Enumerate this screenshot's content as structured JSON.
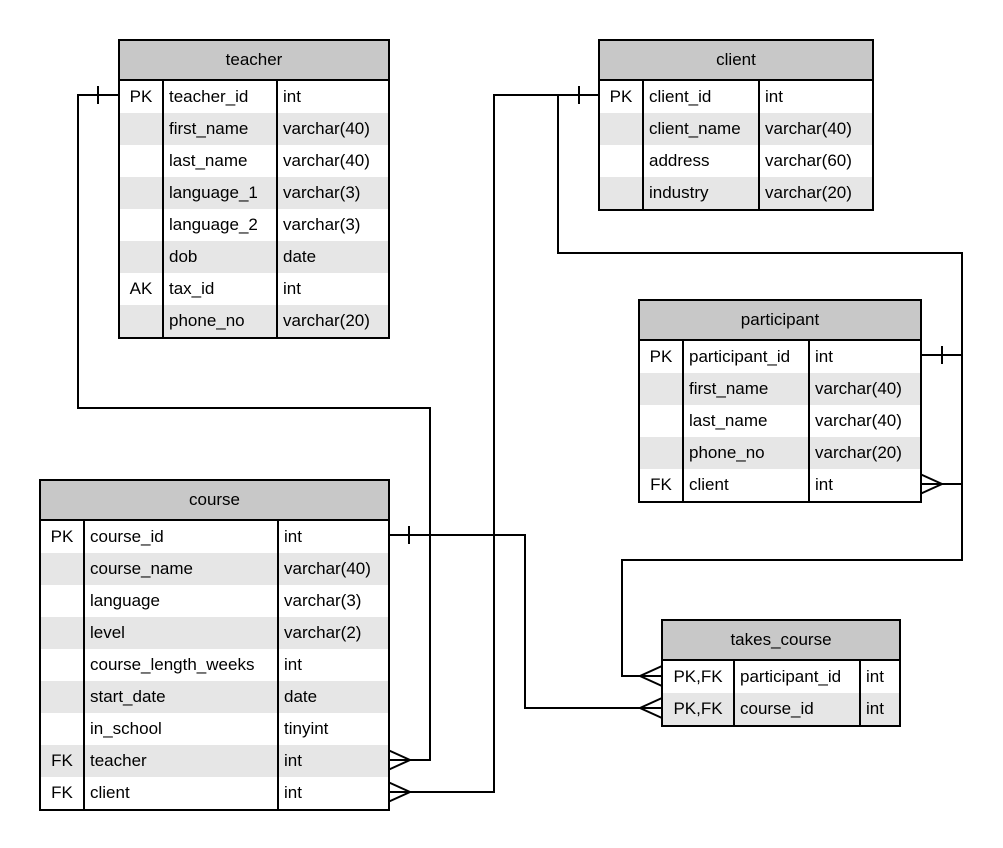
{
  "tables": {
    "teacher": {
      "title": "teacher",
      "rows": [
        {
          "key": "PK",
          "name": "teacher_id",
          "type": "int"
        },
        {
          "key": "",
          "name": "first_name",
          "type": "varchar(40)"
        },
        {
          "key": "",
          "name": "last_name",
          "type": "varchar(40)"
        },
        {
          "key": "",
          "name": "language_1",
          "type": "varchar(3)"
        },
        {
          "key": "",
          "name": "language_2",
          "type": "varchar(3)"
        },
        {
          "key": "",
          "name": "dob",
          "type": "date"
        },
        {
          "key": "AK",
          "name": "tax_id",
          "type": "int"
        },
        {
          "key": "",
          "name": "phone_no",
          "type": "varchar(20)"
        }
      ]
    },
    "client": {
      "title": "client",
      "rows": [
        {
          "key": "PK",
          "name": "client_id",
          "type": "int"
        },
        {
          "key": "",
          "name": "client_name",
          "type": "varchar(40)"
        },
        {
          "key": "",
          "name": "address",
          "type": "varchar(60)"
        },
        {
          "key": "",
          "name": "industry",
          "type": "varchar(20)"
        }
      ]
    },
    "participant": {
      "title": "participant",
      "rows": [
        {
          "key": "PK",
          "name": "participant_id",
          "type": "int"
        },
        {
          "key": "",
          "name": "first_name",
          "type": "varchar(40)"
        },
        {
          "key": "",
          "name": "last_name",
          "type": "varchar(40)"
        },
        {
          "key": "",
          "name": "phone_no",
          "type": "varchar(20)"
        },
        {
          "key": "FK",
          "name": "client",
          "type": "int"
        }
      ]
    },
    "course": {
      "title": "course",
      "rows": [
        {
          "key": "PK",
          "name": "course_id",
          "type": "int"
        },
        {
          "key": "",
          "name": "course_name",
          "type": "varchar(40)"
        },
        {
          "key": "",
          "name": "language",
          "type": "varchar(3)"
        },
        {
          "key": "",
          "name": "level",
          "type": "varchar(2)"
        },
        {
          "key": "",
          "name": "course_length_weeks",
          "type": "int"
        },
        {
          "key": "",
          "name": "start_date",
          "type": "date"
        },
        {
          "key": "",
          "name": "in_school",
          "type": "tinyint"
        },
        {
          "key": "FK",
          "name": "teacher",
          "type": "int"
        },
        {
          "key": "FK",
          "name": "client",
          "type": "int"
        }
      ]
    },
    "takes_course": {
      "title": "takes_course",
      "rows": [
        {
          "key": "PK,FK",
          "name": "participant_id",
          "type": "int"
        },
        {
          "key": "PK,FK",
          "name": "course_id",
          "type": "int"
        }
      ]
    }
  },
  "relationships": [
    {
      "from": "teacher.teacher_id",
      "to": "course.teacher",
      "cardinality": "one-to-many"
    },
    {
      "from": "client.client_id",
      "to": "course.client",
      "cardinality": "one-to-many"
    },
    {
      "from": "client.client_id",
      "to": "participant.client",
      "cardinality": "one-to-many"
    },
    {
      "from": "participant.participant_id",
      "to": "takes_course.participant_id",
      "cardinality": "one-to-many"
    },
    {
      "from": "course.course_id",
      "to": "takes_course.course_id",
      "cardinality": "one-to-many"
    }
  ]
}
